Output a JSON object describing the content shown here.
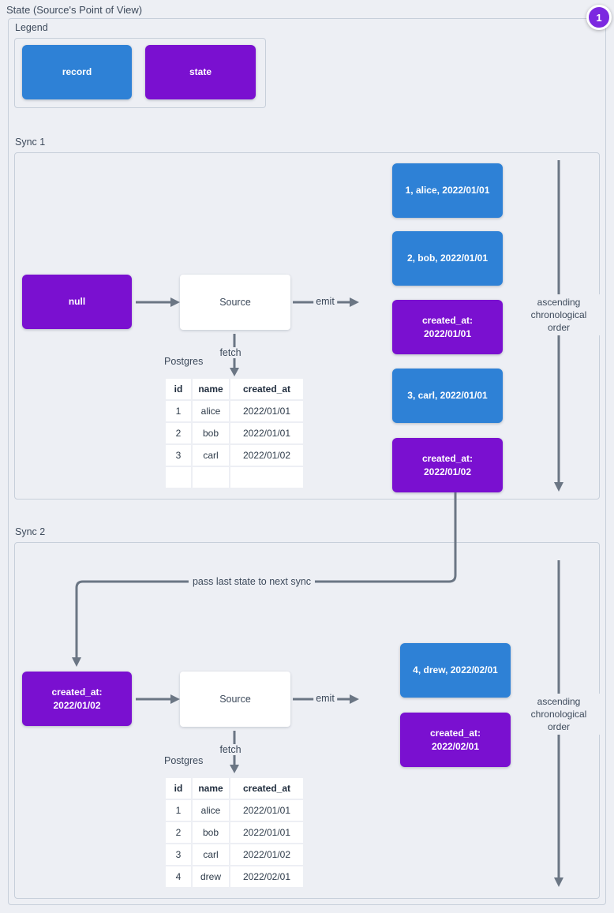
{
  "title": "State (Source's Point of View)",
  "badge": {
    "label": "1"
  },
  "colors": {
    "record_blue": "#2e81d6",
    "state_purple": "#7a10d0",
    "badge_purple": "#7c28e0",
    "arrow_gray": "#6b7684",
    "panel_border": "#c7cfda",
    "background": "#edeff4"
  },
  "legend": {
    "label": "Legend",
    "items": [
      {
        "type": "record",
        "label": "record"
      },
      {
        "type": "state",
        "label": "state"
      }
    ]
  },
  "connector": {
    "label": "pass last state to next sync"
  },
  "sync1": {
    "label": "Sync 1",
    "initial_state": {
      "type": "state",
      "lines": [
        "null"
      ]
    },
    "source_label": "Source",
    "emit_label": "emit",
    "fetch_label": "fetch",
    "postgres_label": "Postgres",
    "table": {
      "headers": [
        "id",
        "name",
        "created_at"
      ],
      "rows": [
        [
          "1",
          "alice",
          "2022/01/01"
        ],
        [
          "2",
          "bob",
          "2022/01/01"
        ],
        [
          "3",
          "carl",
          "2022/01/02"
        ],
        [
          "",
          "",
          ""
        ]
      ]
    },
    "emitted": [
      {
        "type": "record",
        "lines": [
          "1, alice, 2022/01/01"
        ]
      },
      {
        "type": "record",
        "lines": [
          "2, bob, 2022/01/01"
        ]
      },
      {
        "type": "state",
        "lines": [
          "created_at:",
          "2022/01/01"
        ]
      },
      {
        "type": "record",
        "lines": [
          "3, carl, 2022/01/01"
        ]
      },
      {
        "type": "state",
        "lines": [
          "created_at:",
          "2022/01/02"
        ]
      }
    ],
    "order_lines": [
      "ascending",
      "chronological",
      "order"
    ]
  },
  "sync2": {
    "label": "Sync 2",
    "initial_state": {
      "type": "state",
      "lines": [
        "created_at:",
        "2022/01/02"
      ]
    },
    "source_label": "Source",
    "emit_label": "emit",
    "fetch_label": "fetch",
    "postgres_label": "Postgres",
    "table": {
      "headers": [
        "id",
        "name",
        "created_at"
      ],
      "rows": [
        [
          "1",
          "alice",
          "2022/01/01"
        ],
        [
          "2",
          "bob",
          "2022/01/01"
        ],
        [
          "3",
          "carl",
          "2022/01/02"
        ],
        [
          "4",
          "drew",
          "2022/02/01"
        ]
      ]
    },
    "emitted": [
      {
        "type": "record",
        "lines": [
          "4, drew, 2022/02/01"
        ]
      },
      {
        "type": "state",
        "lines": [
          "created_at:",
          "2022/02/01"
        ]
      }
    ],
    "order_lines": [
      "ascending",
      "chronological",
      "order"
    ]
  }
}
